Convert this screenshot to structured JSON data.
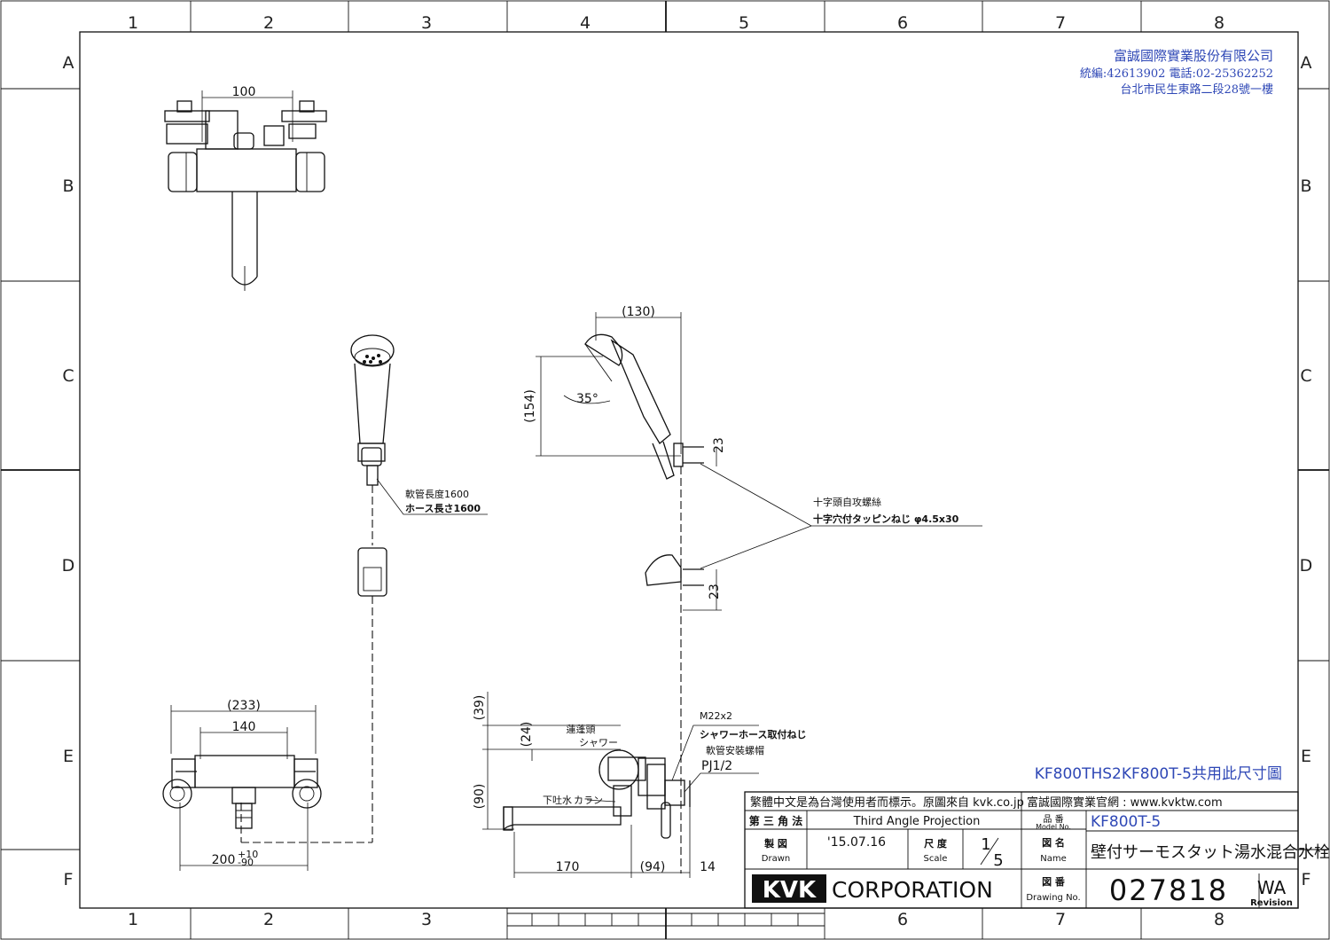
{
  "company": {
    "name": "富誠國際實業股份有限公司",
    "tax_phone": "統編:42613902 電話:02-25362252",
    "address": "台北市民生東路二段28號一樓"
  },
  "grid": {
    "columns": [
      "1",
      "2",
      "3",
      "4",
      "5",
      "6",
      "7",
      "8"
    ],
    "rows": [
      "A",
      "B",
      "C",
      "D",
      "E",
      "F"
    ]
  },
  "dimensions": {
    "top_spacing": "100",
    "hand_shower_width": "(130)",
    "hand_shower_height": "(154)",
    "spray_angle": "35°",
    "bracket_gap_upper": "23",
    "bracket_gap_lower": "23",
    "front_overall": "(233)",
    "front_inner": "140",
    "front_bottom_main": "200",
    "front_bottom_tol_plus": "+10",
    "front_bottom_tol_minus": "-90",
    "side_top": "(39)",
    "side_mid": "(24)",
    "side_low": "(90)",
    "spout_length": "170",
    "spout_offset": "(94)",
    "wall_offset": "14"
  },
  "notes": {
    "hose_length_tw": "軟管長度1600",
    "hose_length_jp": "ホース長さ1600",
    "screw_tw": "十字頭自攻螺絲",
    "screw_jp": "十字穴付タッピンねじ φ4.5x30",
    "shower_tw": "蓮蓬頭",
    "shower_jp": "シャワー",
    "outlet_tw": "下吐水",
    "outlet_jp": "カラン",
    "thread_size": "M22x2",
    "thread_note_jp": "シャワーホース取付ねじ",
    "mount_tw": "軟管安裝螺帽",
    "mount_size": "PJ1/2",
    "shared_note": "KF800THS2KF800T-5共用此尺寸圖"
  },
  "title_block": {
    "chinese_note": "繁體中文是為台灣使用者而標示。原圖來自 kvk.co.jp",
    "official_site": "富誠國際實業官網 : www.kvktw.com",
    "projection_jp": "第 三 角 法",
    "projection_en": "Third Angle Projection",
    "model_label_jp": "品 番",
    "model_label_en": "Model No.",
    "model_value": "KF800T-5",
    "drawn_label_jp": "製 図",
    "drawn_label_en": "Drawn",
    "drawn_date": "'15.07.16",
    "scale_label_jp": "尺 度",
    "scale_label_en": "Scale",
    "scale_num": "1",
    "scale_den": "5",
    "name_label_jp": "図 名",
    "name_label_en": "Name",
    "name_value": "壁付サーモスタット湯水混合水栓",
    "logo_text": "KVK",
    "corporation": "CORPORATION",
    "drawing_label_jp": "図 番",
    "drawing_label_en": "Drawing No.",
    "drawing_no": "027818",
    "revision_value": "WA",
    "revision_label": "Revision"
  },
  "colors": {
    "annotation_blue": "#2f48b6",
    "line": "#111111"
  }
}
